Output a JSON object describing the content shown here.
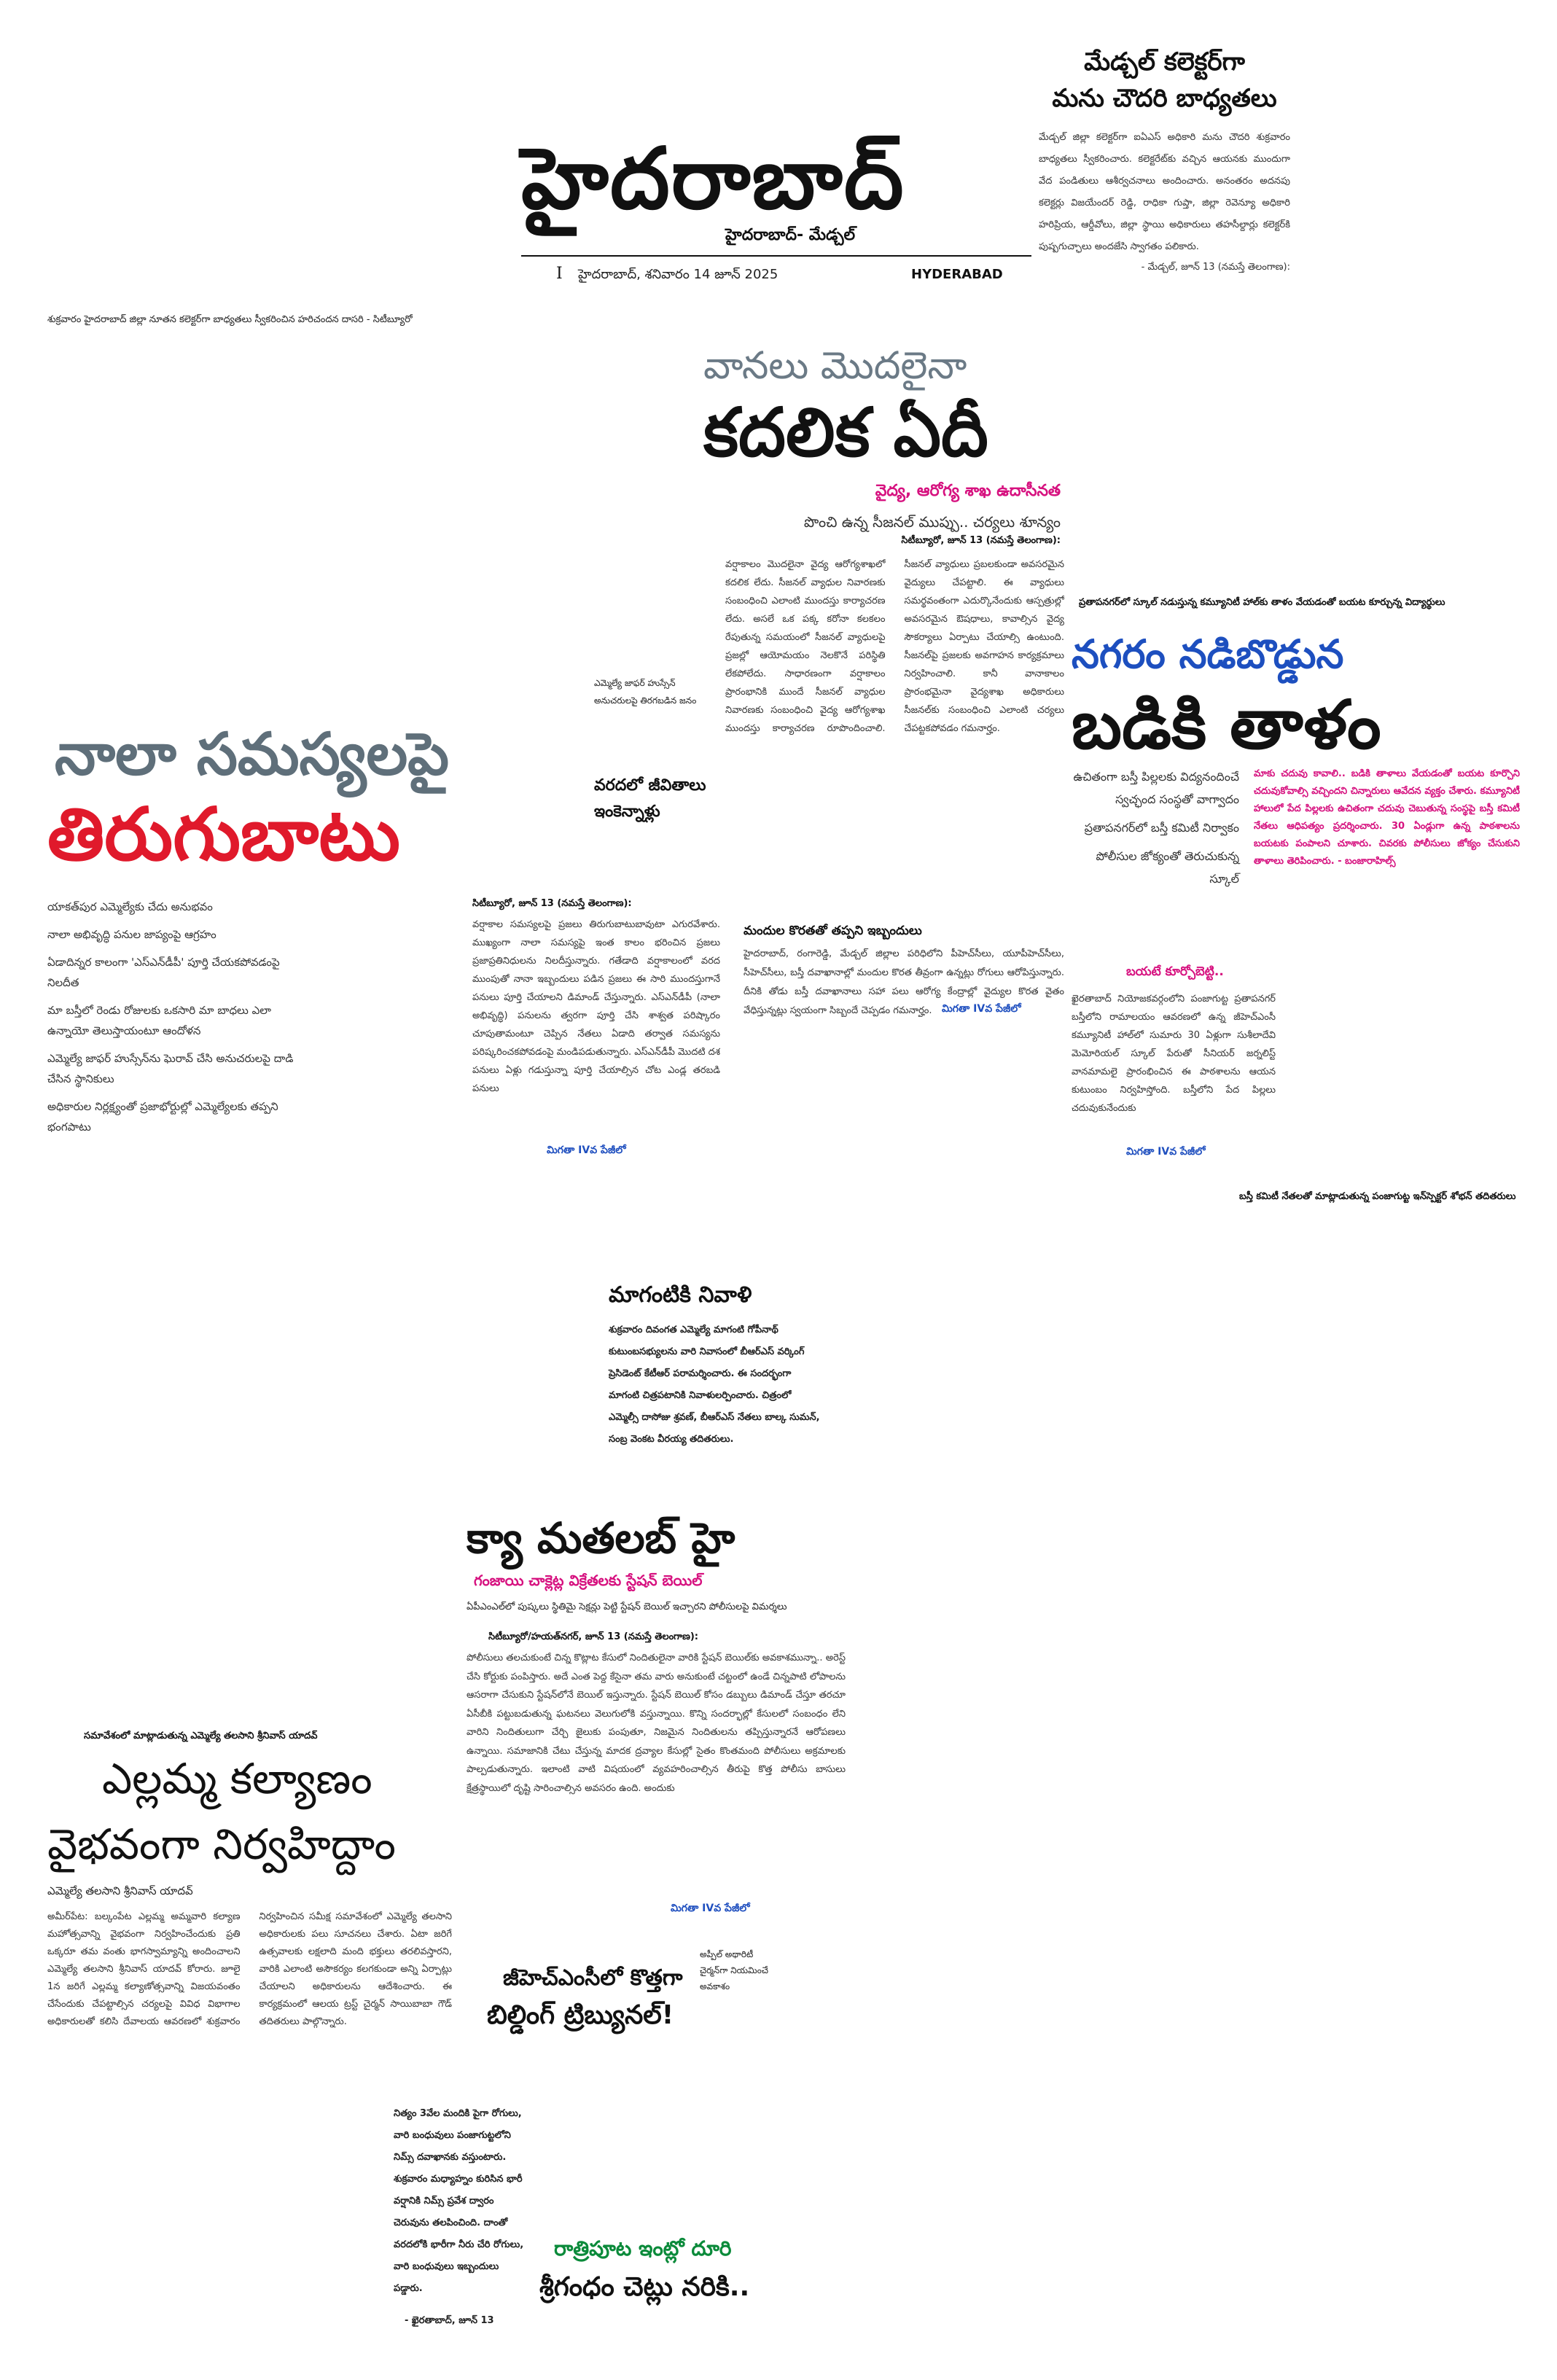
{
  "masthead": {
    "title": "హైదరాబాద్",
    "subtitle": "హైదరాబాద్- మేడ్చల్",
    "page_no": "I",
    "dateline": "హైదరాబాద్, శనివారం 14 జూన్ 2025",
    "edition": "HYDERABAD"
  },
  "collector": {
    "title_1": "మేడ్చల్ కలెక్టర్‌గా",
    "title_2": "మను చౌదరి బాధ్యతలు",
    "body": "మేడ్చల్ జిల్లా కలెక్టర్‌గా ఐఏఎస్ అధికారి మను చౌదరి శుక్రవారం బాధ్యతలు స్వీకరించారు. కలెక్టరేట్‌కు వచ్చిన ఆయనకు ముందుగా వేద పండితులు ఆశీర్వచనాలు అందించారు. అనంతరం అదనపు కలెక్టర్లు విజయేందర్ రెడ్డి, రాధికా గుప్తా, జిల్లా రెవెన్యూ అధికారి హరిప్రియ, ఆర్డీవోలు, జిల్లా స్థాయి అధికారులు తహసీల్దార్లు కలెక్టర్‌కి పుష్పగుచ్ఛాలు అందజేసి స్వాగతం పలికారు.",
    "dateline": "- మేడ్చల్, జూన్ 13 (నమస్తే తెలంగాణ):"
  },
  "caption_left": "శుక్రవారం హైదరాబాద్ జిల్లా నూతన కలెక్టర్‌గా బాధ్యతలు స్వీకరించిన హరిచందన దాసరి - సిటీబ్యూరో",
  "monsoon": {
    "kicker": "వానలు మొదలైనా",
    "headline": "కదలిక ఏదీ",
    "deck": "వైద్య, ఆరోగ్య శాఖ ఉదాసీనత",
    "subdeck": "పొంచి ఉన్న సీజనల్ ముప్పు.. చర్యలు శూన్యం",
    "dateline": "సిటీబ్యూరో, జూన్ 13 (నమస్తే తెలంగాణ):",
    "body": "వర్షాకాలం మొదలైనా వైద్య ఆరోగ్యశాఖలో కదలిక లేదు. సీజనల్ వ్యాధుల నివారణకు సంబంధించి ఎలాంటి ముందస్తు కార్యాచరణ లేదు. అసలే ఒక పక్క కరోనా కలకలం రేపుతున్న సమయంలో సీజనల్ వ్యాధులపై ప్రజల్లో ఆయోమయం నెలకొనే పరిస్థితి లేకపోలేదు. సాధారణంగా వర్షాకాలం ప్రారంభానికి ముందే సీజనల్ వ్యాధుల నివారణకు సంబంధించి వైద్య ఆరోగ్యశాఖ ముందస్తు కార్యాచరణ రూపొందించాలి. సీజనల్ వ్యాధులు ప్రబలకుండా అవసరమైన వైద్యులు చేపట్టాలి. ఈ వ్యాధులు సమర్థవంతంగా ఎదుర్కొనేందుకు ఆస్పత్రుల్లో అవసరమైన ఔషధాలు, కావాల్సిన వైద్య సౌకర్యాలు ఏర్పాటు చేయాల్సి ఉంటుంది. సీజనల్‌పై ప్రజలకు అవగాహన కార్యక్రమాలు నిర్వహించాలి. కానీ వానాకాలం ప్రారంభమైనా వైద్యశాఖ అధికారులు సీజనల్‌కు సంబంధించి ఎలాంటి చర్యలు చేపట్టకపోవడం గమనార్హం.",
    "subhead": "మందుల కొరతతో తప్పని ఇబ్బందులు",
    "body2": "హైదరాబాద్, రంగారెడ్డి, మేడ్చల్ జిల్లాల పరిధిలోని పీహెచ్‌సీలు, యూపీహెచ్‌సీలు, సీహెచ్‌సీలు, బస్తీ దవాఖానాల్లో మందుల కొరత తీవ్రంగా ఉన్నట్లు రోగులు ఆరోపిస్తున్నారు. దీనికి తోడు బస్తీ దవాఖానాలు సహా పలు ఆరోగ్య కేంద్రాల్లో వైద్యుల కొరత వైతం వేధిస్తున్నట్లు స్వయంగా సిబ్బందే చెప్పడం గమనార్హం.",
    "more": "మిగతా IVవ పేజీలో"
  },
  "nala": {
    "headline_1": "నాలా సమస్యలపై",
    "headline_2": "తిరుగుబాటు",
    "photo_caption": "ఎమ్మెల్యే జాఫర్ హుస్సేన్ అనుచరులపై తిరగబడిన జనం",
    "quote": "వరదలో జీవితాలు ఇంకెన్నాళ్లు",
    "points": [
      "యాకత్‌పుర ఎమ్మెల్యేకు చేదు అనుభవం",
      "నాలా అభివృద్ధి పనుల జాప్యంపై ఆగ్రహం",
      "ఏడాదిన్నర కాలంగా 'ఎస్‌ఎన్‌డీపీ' పూర్తి చేయకపోవడంపై నిలదీత",
      "మా బస్తీలో రెండు రోజులకు ఒకసారి మా బాధలు ఎలా ఉన్నాయో తెలుస్తాయంటూ ఆందోళన",
      "ఎమ్మెల్యే జాఫర్ హుస్సేన్‌ను ఘెరావ్ చేసి అనుచరులపై దాడి చేసిన స్థానికులు",
      "అధికారుల నిర్లక్ష్యంతో ప్రజాభోర్టుల్లో ఎమ్మెల్యేలకు తప్పని భంగపాటు"
    ],
    "dateline": "సిటీబ్యూరో, జూన్ 13 (నమస్తే తెలంగాణ):",
    "body": "వర్షాకాల సమస్యలపై ప్రజలు తిరుగుబాటుబావుటా ఎగురవేశారు. ముఖ్యంగా నాలా సమస్యపై ఇంత కాలం భరించిన ప్రజలు ప్రజాప్రతినిధులను నిలదీస్తున్నారు. గతేడాది వర్షాకాలంలో వరద ముంపుతో నానా ఇబ్బందులు పడిన ప్రజలు ఈ సారి ముందస్తుగానే పనులు పూర్తి చేయాలని డిమాండ్ చేస్తున్నారు. ఎస్‌ఎన్‌డీపీ (నాలా అభివృద్ధి) పనులను త్వరగా పూర్తి చేసి శాశ్వత పరిష్కారం చూపుతామంటూ చెప్పిన నేతలు ఏడాది తర్వాత సమస్యను పరిష్కరించకపోవడంపై మండిపడుతున్నారు. ఎస్‌ఎన్‌డీపీ మొదటి దశ పనులు ఏళ్లు గడుస్తున్నా పూర్తి చేయాల్సిన చోట ఎండ్ల తరబడి పనులు",
    "more": "మిగతా IVవ పేజీలో"
  },
  "school": {
    "kicker": "ప్రతాపనగర్‌లో స్కూల్ నడుస్తున్న కమ్యూనిటీ హాల్‌కు తాళం వేయడంతో బయట కూర్చున్న విద్యార్థులు",
    "headline_1": "నగరం నడిబొడ్డున",
    "headline_2": "బడికి తాళం",
    "points": [
      "ఉచితంగా బస్తీ పిల్లలకు విద్యనందించే స్వచ్ఛంద సంస్థతో వాగ్వాదం",
      "ప్రతాపనగర్‌లో బస్తీ కమిటీ నిర్వాకం",
      "పోలీసుల జోక్యంతో తెరుచుకున్న స్కూల్"
    ],
    "highlight": "మాకు చదువు కావాలి.. బడికి తాళాలు వేయడంతో బయట కూర్చొని చదువుకోవాల్సి వచ్చిందని చిన్నారులు ఆవేదన వ్యక్తం చేశారు. కమ్యూనిటీ హాలులో పేద పిల్లలకు ఉచితంగా చదువు చెబుతున్న సంస్థపై బస్తీ కమిటీ నేతలు ఆధిపత్యం ప్రదర్శించారు. 30 ఏండ్లుగా ఉన్న పాఠశాలను బయటకు పంపాలని చూశారు. చివరకు పోలీసులు జోక్యం చేసుకుని తాళాలు తెరిపించారు. - బంజారాహిల్స్",
    "subhead": "బయటే కూర్చోబెట్టి..",
    "body": "ఖైరతాబాద్ నియోజకవర్గంలోని పంజాగుట్ట ప్రతాపనగర్ బస్తీలోని రామాలయం ఆవరణలో ఉన్న జీహెచ్‌ఎంసీ కమ్యూనిటీ హాల్‌లో సుమారు 30 ఏళ్లుగా సుశీలాదేవి మెమోరియల్ స్కూల్ పేరుతో సీనియర్ జర్నలిస్ట్ వానమామలై ప్రారంభించిన ఈ పాఠశాలను ఆయన కుటుంబం నిర్వహిస్తోంది. బస్తీలోని పేద పిల్లలు చదువుకునేందుకు",
    "more": "మిగతా IVవ పేజీలో",
    "photo_caption": "బస్తీ కమిటీ నేతలతో మాట్లాడుతున్న పంజాగుట్ట ఇన్‌స్పెక్టర్ శోభన్ తదితరులు"
  },
  "magantiki": {
    "headline": "మాగంటికి నివాళి",
    "body": "శుక్రవారం దివంగత ఎమ్మెల్యే మాగంటి గోపీనాథ్ కుటుంబసభ్యులను వారి నివాసంలో బీఆర్‌ఎస్ వర్కింగ్ ప్రెసిడెంట్ కేటీఆర్ పరామర్శించారు. ఈ సందర్భంగా మాగంటి చిత్రపటానికి నివాళులర్పించారు. చిత్రంలో ఎమ్మెల్సీ దాసోజు శ్రవణ్, బీఆర్‌ఎస్ నేతలు బాల్క సుమన్, సంబ్ర వెంకట వీరయ్య తదితరులు."
  },
  "kya": {
    "headline": "క్యా మతలబ్ హై",
    "deck": "గంజాయి చాక్లెట్ల విక్రేతలకు స్టేషన్ బెయిల్",
    "subdeck": "ఏపీఎంఎల్‌లో పుష్కలు స్థితిమై సెక్షన్లు పెట్టి స్టేషన్ బెయిల్ ఇచ్చారని పోలీసులపై విమర్శలు",
    "dateline": "సిటీబ్యూరో/హయత్‌నగర్, జూన్ 13 (నమస్తే తెలంగాణ):",
    "body": "పోలీసులు తలచుకుంటే చిన్న కొట్లాట కేసులో నిందితులైనా వారికి స్టేషన్ బెయిల్‌కు అవకాశమున్నా.. అరెస్ట్ చేసి కోర్టుకు పంపిస్తారు. అదే ఎంత పెద్ద కేసైనా తమ వారు అనుకుంటే చట్టంలో ఉండే చిన్నపాటి లోపాలను ఆసరాగా చేసుకుని స్టేషన్‌లోనే బెయిల్ ఇస్తున్నారు. స్టేషన్ బెయిల్ కోసం డబ్బులు డిమాండ్ చేస్తూ తరచూ ఏసీబీకి పట్టుబడుతున్న ఘటనలు వెలుగులోకి వస్తున్నాయి. కొన్ని సందర్భాల్లో కేసులలో సంబంధం లేని వారిని నిందితులుగా చేర్చి జైలుకు పంపుతూ, నిజమైన నిందితులను తప్పిస్తున్నారనే ఆరోపణలు ఉన్నాయి. సమాజానికి చేటు చేస్తున్న మాదక ద్రవ్యాల కేసుల్లో సైతం కొంతమంది పోలీసులు అక్రమాలకు పాల్పడుతున్నారు. ఇలాంటి వాటి విషయంలో వ్యవహరించాల్సిన తీరుపై కొత్త పోలీసు బాసులు క్షేత్రస్థాయిలో దృష్టి సారించాల్సిన అవసరం ఉంది. అందుకు",
    "more": "మిగతా IVవ పేజీలో"
  },
  "ellamma": {
    "kicker": "సమావేశంలో మాట్లాడుతున్న ఎమ్మెల్యే తలసాని శ్రీనివాస్ యాదవ్",
    "headline_1": "ఎల్లమ్మ కల్యాణం",
    "headline_2": "వైభవంగా నిర్వహిద్దాం",
    "byline": "ఎమ్మెల్యే తలసాని శ్రీనివాస్ యాదవ్",
    "body": "అమీర్‌పేట: బల్కంపేట ఎల్లమ్మ అమ్మవారి కల్యాణ మహోత్సవాన్ని వైభవంగా నిర్వహించేందుకు ప్రతి ఒక్కరూ తమ వంతు భాగస్వామ్యాన్ని అందించాలని ఎమ్మెల్యే తలసాని శ్రీనివాస్ యాదవ్ కోరారు. జూలై 1న జరిగే ఎల్లమ్మ కల్యాణోత్సవాన్ని విజయవంతం చేసేందుకు చేపట్టాల్సిన చర్యలపై వివిధ విభాగాల అధికారులతో కలిసి దేవాలయ ఆవరణలో శుక్రవారం నిర్వహించిన సమీక్ష సమావేశంలో ఎమ్మెల్యే తలసాని అధికారులకు పలు సూచనలు చేశారు. ఏటా జరిగే ఉత్సవాలకు లక్షలాది మంది భక్తులు తరలివస్తారని, వారికి ఎలాంటి అసౌకర్యం కలగకుండా అన్ని ఏర్పాట్లు చేయాలని అధికారులను ఆదేశించారు. ఈ కార్యక్రమంలో ఆలయ ట్రస్ట్ చైర్మన్ సాయిబాబా గౌడ్ తదితరులు పాల్గొన్నారు."
  },
  "building": {
    "headline_1": "జీహెచ్ఎంసీలో కొత్తగా",
    "headline_2": "బిల్డింగ్ ట్రిబ్యునల్!",
    "note": "అప్పీల్ అథారిటీ చైర్మన్‌గా నియమించే అవకాశం"
  },
  "flowers": {
    "body": "నిత్యం 3వేల మందికి పైగా రోగులు, వారి బంధువులు పంజాగుట్టలోని నిమ్స్ దవాఖానకు వస్తుంటారు. శుక్రవారం మధ్యాహ్నం కురిసిన భారీ వర్షానికి నిమ్స్ ప్రవేశ ద్వారం చెరువును తలపించింది. దాంతో వరదలోకి భారీగా నీరు చేరి రోగులు, వారి బంధువులు ఇబ్బందులు పడ్డారు.",
    "dateline": "- ఖైరతాబాద్, జూన్ 13",
    "headline_1": "రాత్రిపూట ఇంట్లో దూరి",
    "headline_2": "శ్రీగంధం చెట్లు నరికి.."
  },
  "colors": {
    "nala_grey": "#5f6f7a",
    "nala_red": "#e0192b",
    "school_blue": "#1d4fbf",
    "magenta": "#d6117f",
    "green": "#0a8a3a"
  }
}
